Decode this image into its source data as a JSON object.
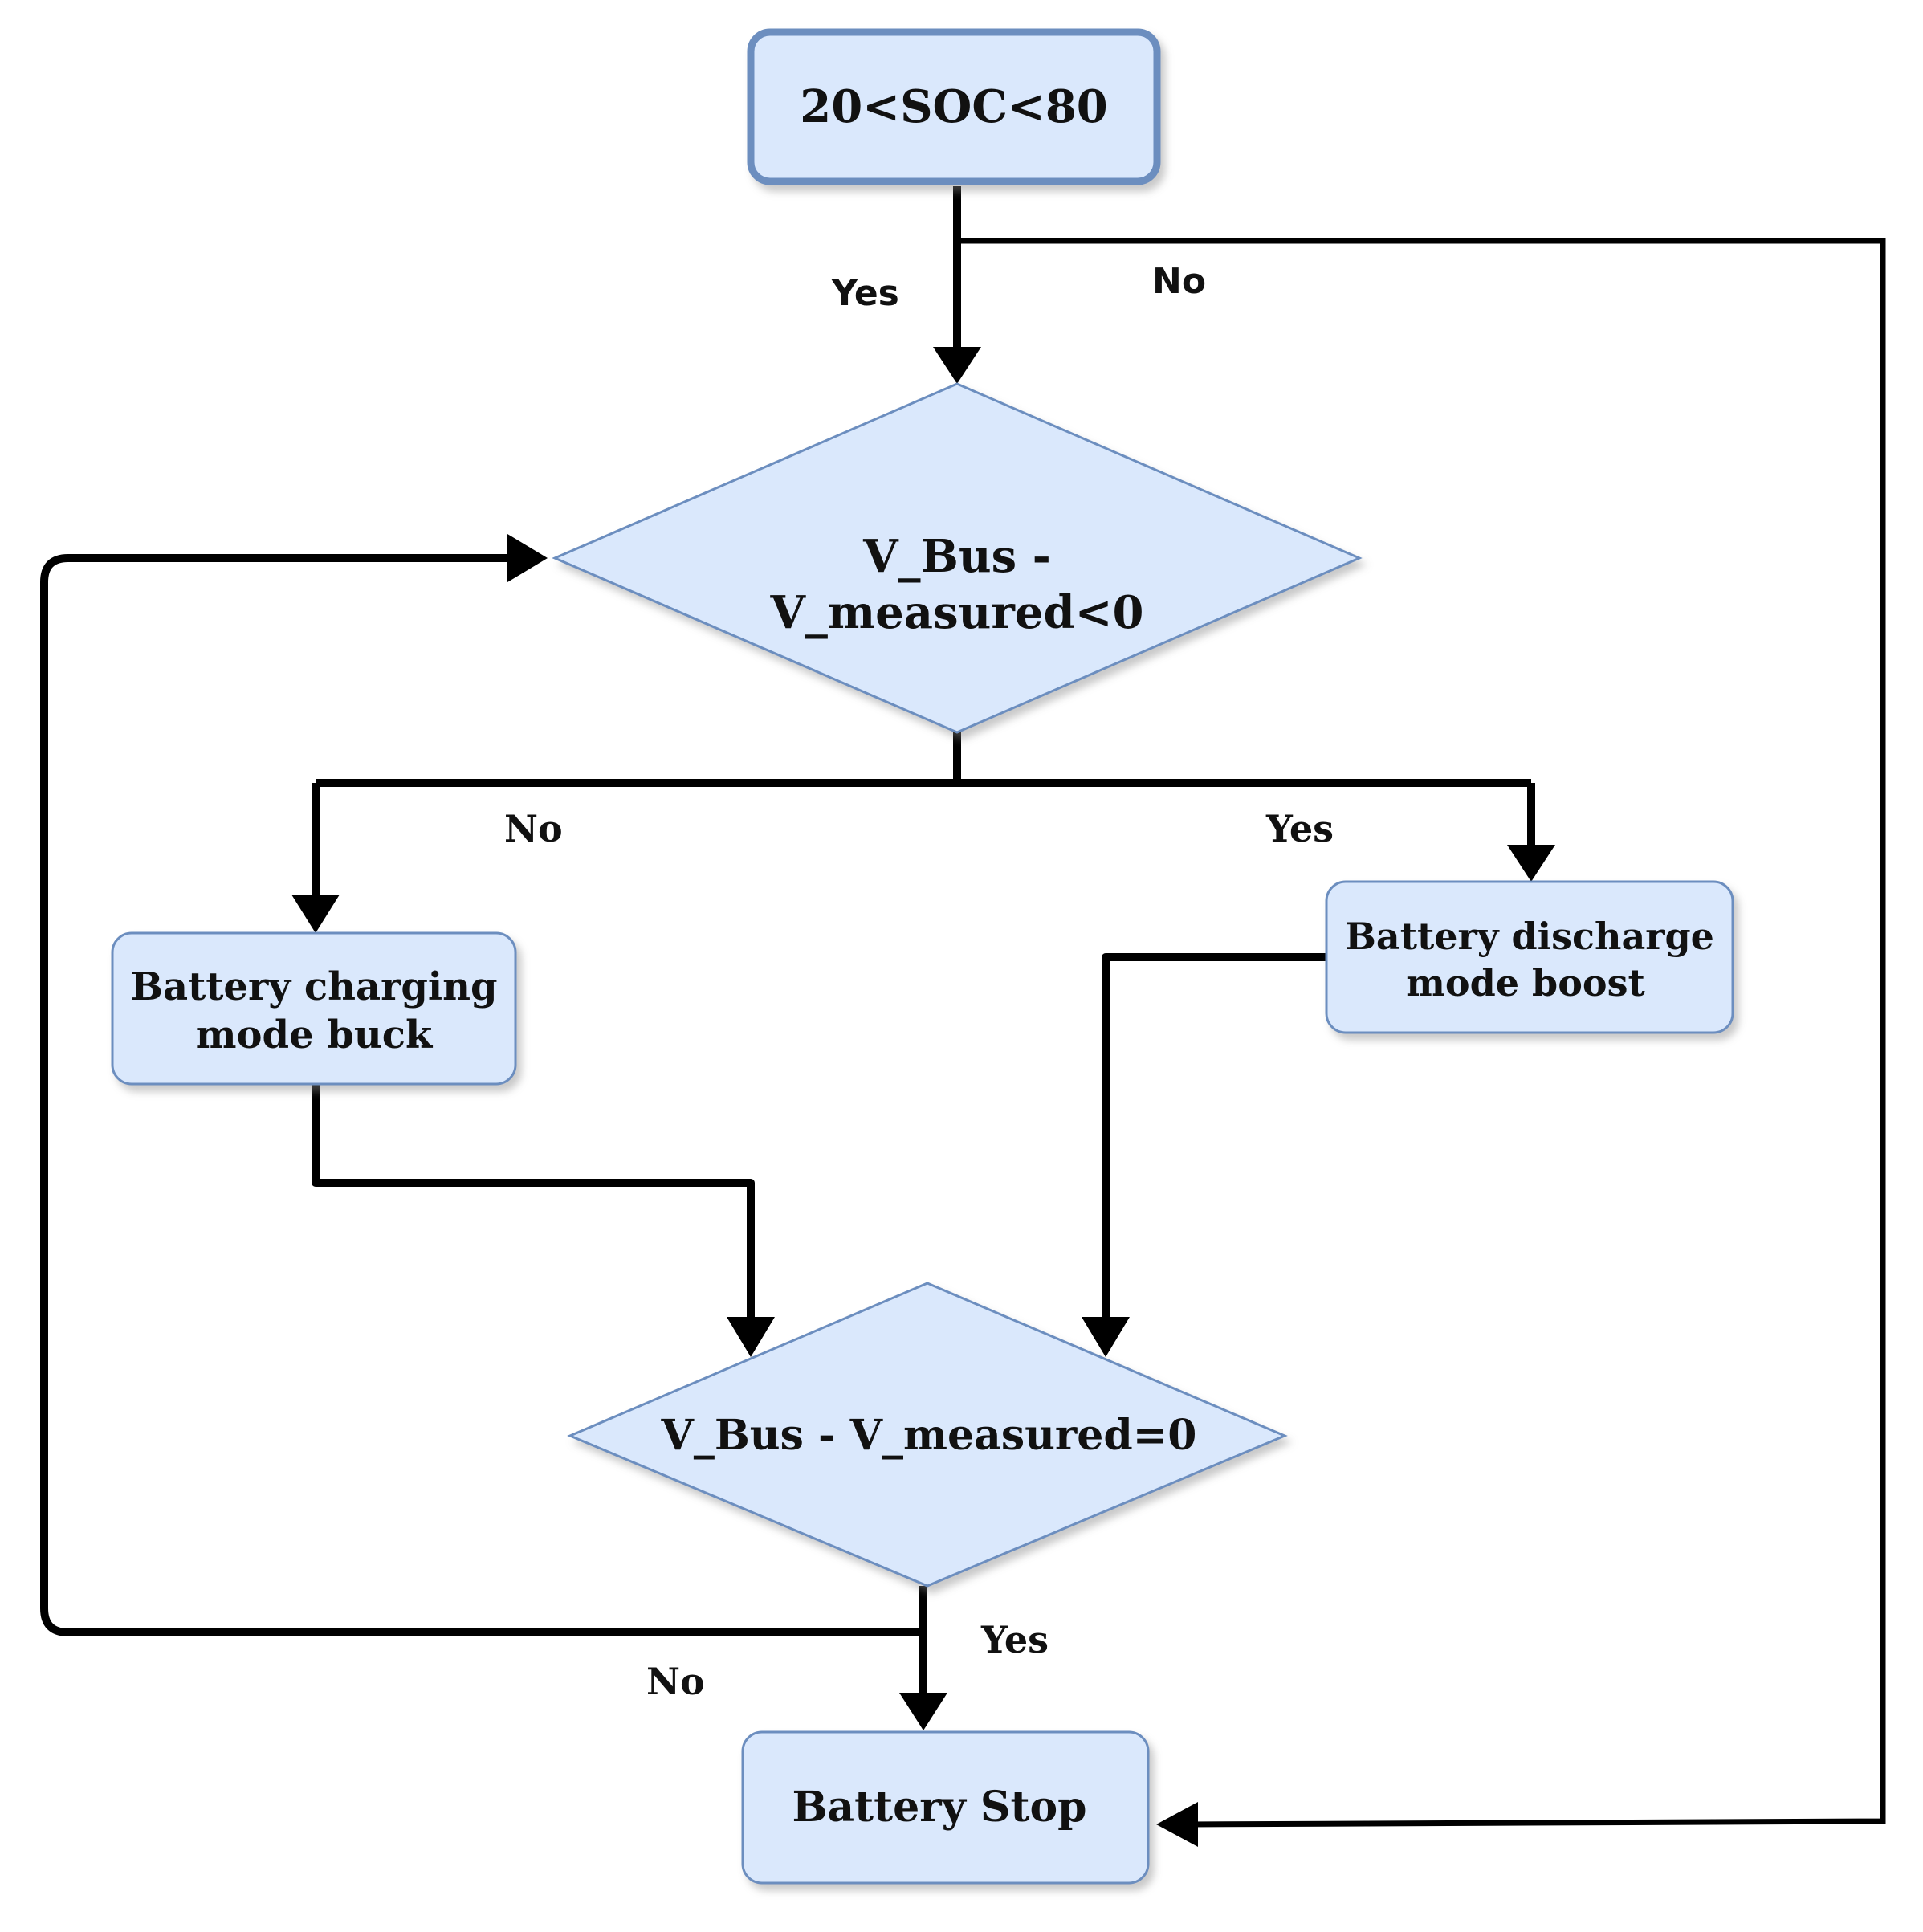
{
  "nodes": {
    "start": {
      "label": "20<SOC<80"
    },
    "decision1": {
      "line1": "V_Bus -",
      "line2": "V_measured<0"
    },
    "charging": {
      "line1": "Battery charging",
      "line2": "mode buck"
    },
    "discharge": {
      "line1": "Battery discharge",
      "line2": "mode boost"
    },
    "decision2": {
      "label": "V_Bus - V_measured=0"
    },
    "stop": {
      "label": "Battery Stop"
    }
  },
  "edges": {
    "start_yes": "Yes",
    "start_no": "No",
    "d1_no": "No",
    "d1_yes": "Yes",
    "d2_yes": "Yes",
    "d2_no": "No"
  },
  "colors": {
    "fill": "#dae8fc",
    "stroke": "#6c8ebf",
    "line": "#000000"
  }
}
